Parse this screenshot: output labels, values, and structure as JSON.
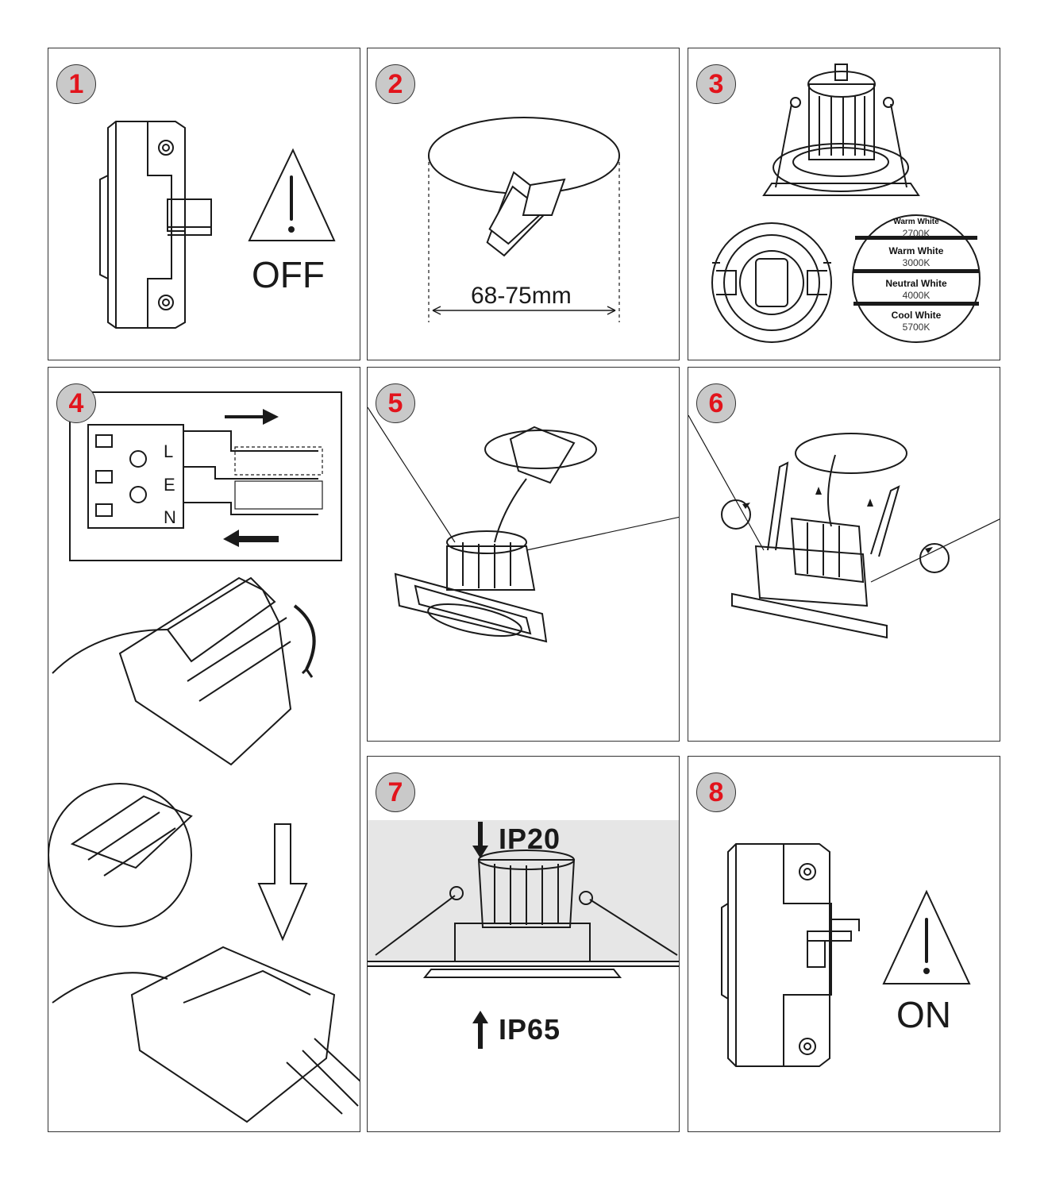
{
  "steps": [
    {
      "number": "1",
      "label": "OFF"
    },
    {
      "number": "2",
      "dimension": "68-75mm"
    },
    {
      "number": "3",
      "color_options": [
        {
          "name": "Warm White",
          "temp": "2700K"
        },
        {
          "name": "Warm White",
          "temp": "3000K"
        },
        {
          "name": "Neutral White",
          "temp": "4000K"
        },
        {
          "name": "Cool White",
          "temp": "5700K"
        }
      ]
    },
    {
      "number": "4",
      "terminal_letters": [
        "L",
        "E",
        "N"
      ]
    },
    {
      "number": "5"
    },
    {
      "number": "6"
    },
    {
      "number": "7",
      "ip_top": "IP20",
      "ip_bottom": "IP65"
    },
    {
      "number": "8",
      "label": "ON"
    }
  ],
  "colors": {
    "badge_number": "#e2141c",
    "badge_fill": "#c9c9c9",
    "line": "#1a1a1a",
    "shade": "#e6e6e6"
  },
  "icons": [
    "warning-triangle-icon",
    "circuit-breaker-icon",
    "saw-icon",
    "arrow-right-icon",
    "arrow-left-icon",
    "arrow-down-icon",
    "arrow-up-icon",
    "rotate-icon"
  ]
}
